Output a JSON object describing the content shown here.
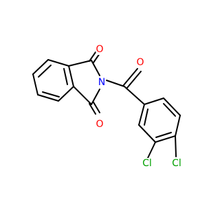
{
  "molecule": {
    "atoms": [
      {
        "id": "O1",
        "label": "O",
        "color": "#ff0000"
      },
      {
        "id": "N",
        "label": "N",
        "color": "#0000ff"
      },
      {
        "id": "O2",
        "label": "O",
        "color": "#ff0000"
      },
      {
        "id": "O3",
        "label": "O",
        "color": "#ff0000"
      },
      {
        "id": "Cl1",
        "label": "Cl",
        "color": "#00a000"
      },
      {
        "id": "Cl2",
        "label": "Cl",
        "color": "#00a000"
      }
    ]
  }
}
